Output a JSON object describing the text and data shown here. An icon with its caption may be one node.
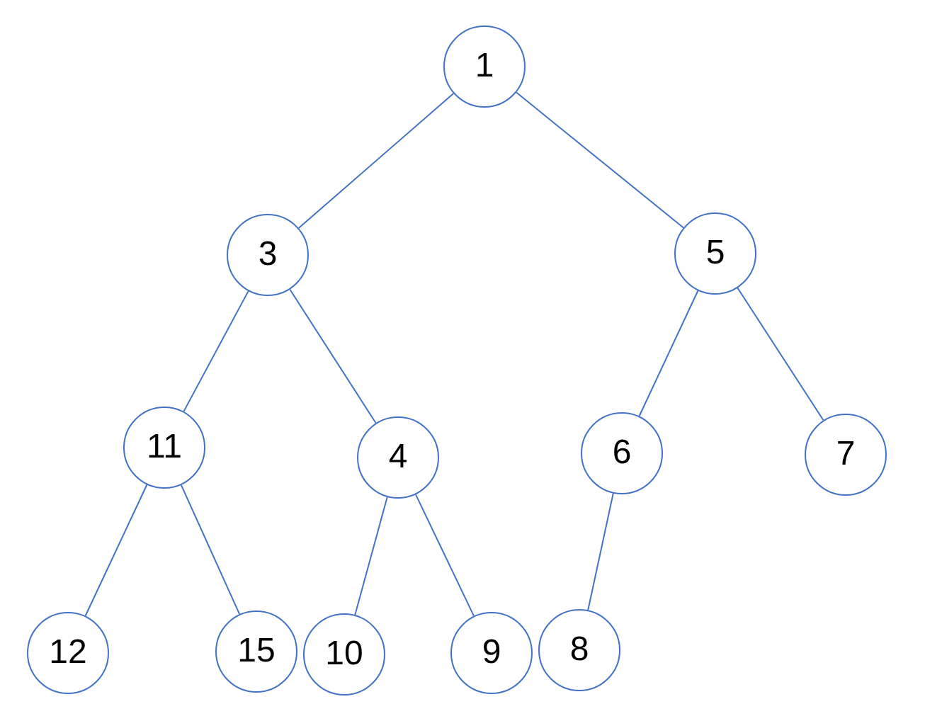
{
  "diagram": {
    "nodes": [
      {
        "text": [
          "1"
        ]
      },
      {
        "text": [
          "3"
        ]
      },
      {
        "text": [
          "5"
        ]
      },
      {
        "text": [
          "11"
        ]
      },
      {
        "text": [
          "4"
        ]
      },
      {
        "text": [
          "6"
        ]
      },
      {
        "text": [
          "7"
        ]
      },
      {
        "text": [
          "12"
        ]
      },
      {
        "text": [
          "15"
        ]
      },
      {
        "text": [
          "10"
        ]
      },
      {
        "text": [
          "9"
        ]
      },
      {
        "text": [
          "8"
        ]
      }
    ],
    "edges": [
      {
        "from": 0,
        "to": 1,
        "arrow": "none"
      },
      {
        "from": 0,
        "to": 2,
        "arrow": "none"
      },
      {
        "from": 1,
        "to": 3,
        "arrow": "none"
      },
      {
        "from": 1,
        "to": 4,
        "arrow": "none"
      },
      {
        "from": 2,
        "to": 5,
        "arrow": "none"
      },
      {
        "from": 2,
        "to": 6,
        "arrow": "none"
      },
      {
        "from": 3,
        "to": 7,
        "arrow": "none"
      },
      {
        "from": 3,
        "to": 8,
        "arrow": "none"
      },
      {
        "from": 4,
        "to": 9,
        "arrow": "none"
      },
      {
        "from": 4,
        "to": 10,
        "arrow": "none"
      },
      {
        "from": 5,
        "to": 11,
        "arrow": "none"
      }
    ]
  }
}
